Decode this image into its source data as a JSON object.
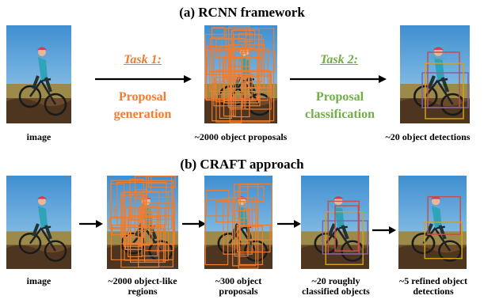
{
  "section_a": {
    "title": "(a) RCNN framework",
    "task1": {
      "label": "Task 1:",
      "text": "Proposal\ngeneration",
      "color": "#ED7D31"
    },
    "task2": {
      "label": "Task 2:",
      "text": "Proposal\nclassification",
      "color": "#70AD47"
    },
    "captions": [
      "image",
      "~2000 object proposals",
      "~20 object detections"
    ]
  },
  "section_b": {
    "title": "(b) CRAFT approach",
    "captions": [
      "image",
      "~2000 object-like\nregions",
      "~300 object\nproposals",
      "~20 roughly\nclassified objects",
      "~5 refined object\ndetections"
    ]
  },
  "colors": {
    "proposal_box": "#ED7D31",
    "sky": "#5EA7DA",
    "field": "#8A6B3A",
    "red_box": "#C0504D",
    "purple_box": "#8064A2",
    "yellow_box": "#D4A017",
    "teal_box": "#4BACC6"
  }
}
